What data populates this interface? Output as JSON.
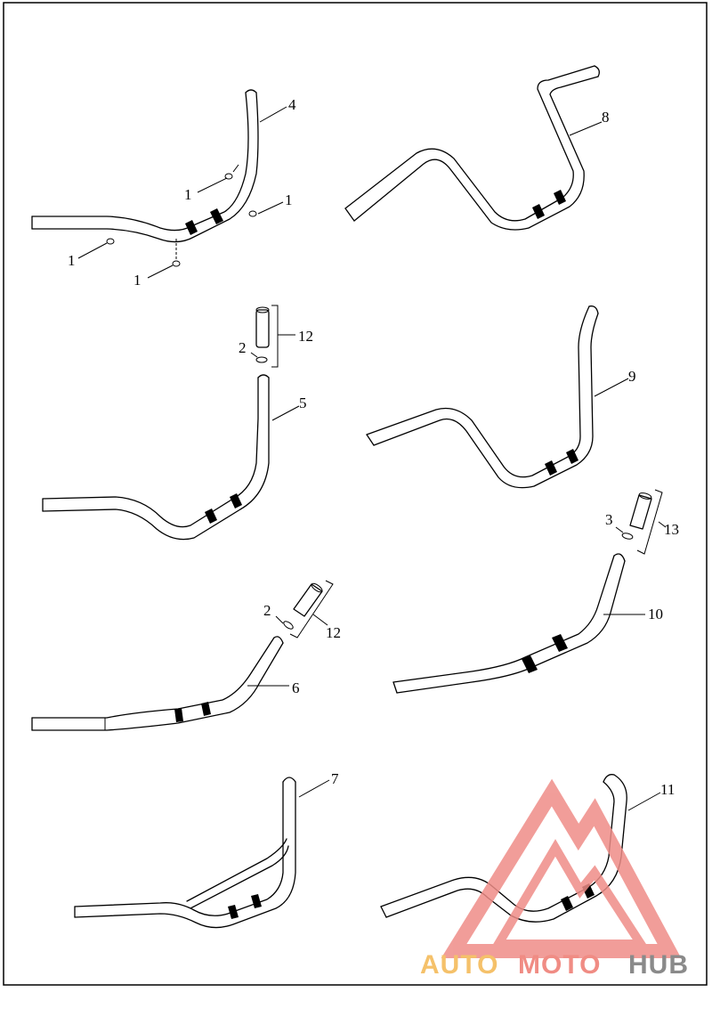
{
  "diagram": {
    "callouts": {
      "c1a": "1",
      "c1b": "1",
      "c1c": "1",
      "c1d": "1",
      "c2a": "2",
      "c2b": "2",
      "c3": "3",
      "c4": "4",
      "c5": "5",
      "c6": "6",
      "c7": "7",
      "c8": "8",
      "c9": "9",
      "c10": "10",
      "c11": "11",
      "c12a": "12",
      "c12b": "12",
      "c13": "13"
    }
  },
  "watermark": {
    "part1": "AUTO",
    "part2": "MOTO",
    "part3": "HUB",
    "colors": {
      "auto": "#f5c16a",
      "moto": "#f08c84",
      "hub": "#8a8a8a",
      "triangle": "#ef8d88"
    }
  }
}
